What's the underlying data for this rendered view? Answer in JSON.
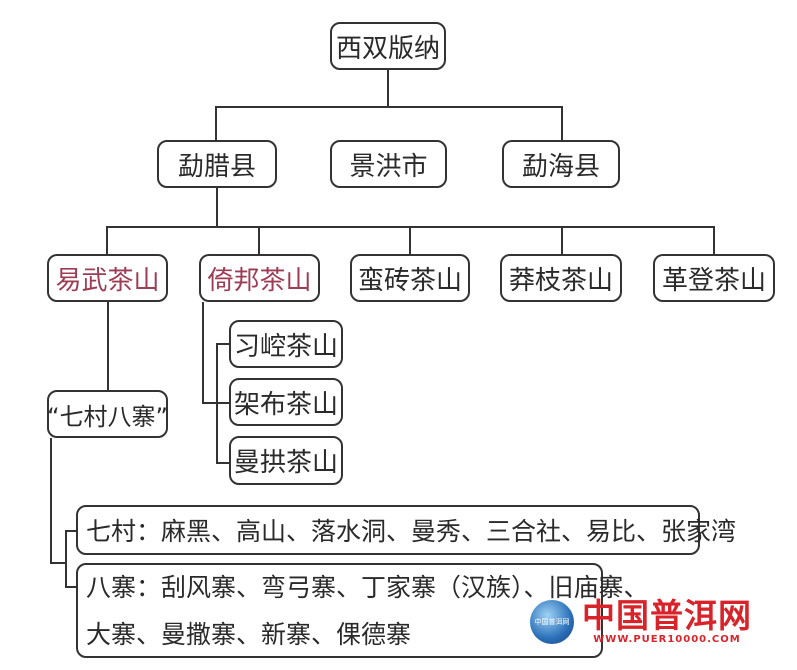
{
  "root": "西双版纳",
  "level2": [
    "勐腊县",
    "景洪市",
    "勐海县"
  ],
  "level3": [
    "易武茶山",
    "倚邦茶山",
    "蛮砖茶山",
    "莽枝茶山",
    "革登茶山"
  ],
  "yibang_children": [
    "习崆茶山",
    "架布茶山",
    "曼拱茶山"
  ],
  "yiwu_child": "“七村八寨”",
  "qicun": "七村：麻黑、高山、落水洞、曼秀、三合社、易比、张家湾",
  "bazhai_line1": "八寨：刮风寨、弯弓寨、丁家寨（汉族）、旧庙寨、",
  "bazhai_line2": "大寨、曼撒寨、新寨、倮德寨",
  "watermark": {
    "name": "中国普洱网",
    "url": "WWW.PUER10000.COM",
    "globe_text": "中国普洱网"
  },
  "colors": {
    "highlight": "#9c3d55",
    "watermark": "#d8232a"
  }
}
